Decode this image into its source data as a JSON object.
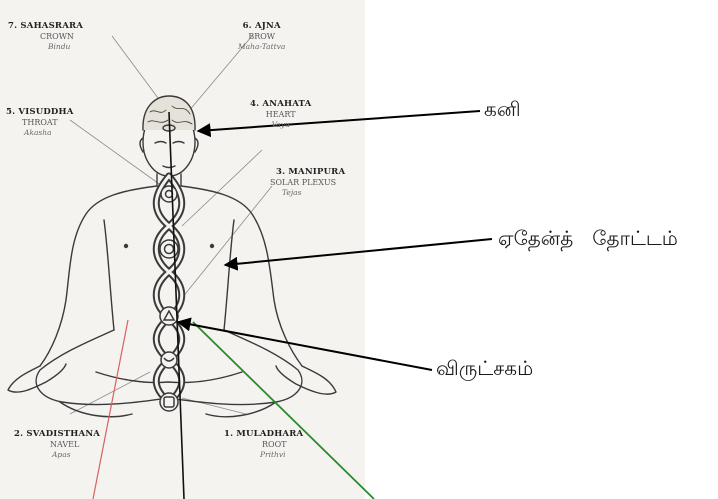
{
  "chakras": [
    {
      "name": "7. SAHASRARA",
      "english": "CROWN",
      "element": "Bindu"
    },
    {
      "name": "6. AJNA",
      "english": "BROW",
      "element": "Maha-Tattva"
    },
    {
      "name": "5. VISUDDHA",
      "english": "THROAT",
      "element": "Akasha"
    },
    {
      "name": "4. ANAHATA",
      "english": "HEART",
      "element": "Vayu"
    },
    {
      "name": "3. MANIPURA",
      "english": "SOLAR PLEXUS",
      "element": "Tejas"
    },
    {
      "name": "2. SVADISTHANA",
      "english": "NAVEL",
      "element": "Apas"
    },
    {
      "name": "1. MULADHARA",
      "english": "ROOT",
      "element": "Prithvi"
    }
  ],
  "annotations": {
    "kani": "கனி",
    "eden": "ஏதேன்த்   தோட்டம்",
    "viruksham": "விருட்சகம்"
  }
}
